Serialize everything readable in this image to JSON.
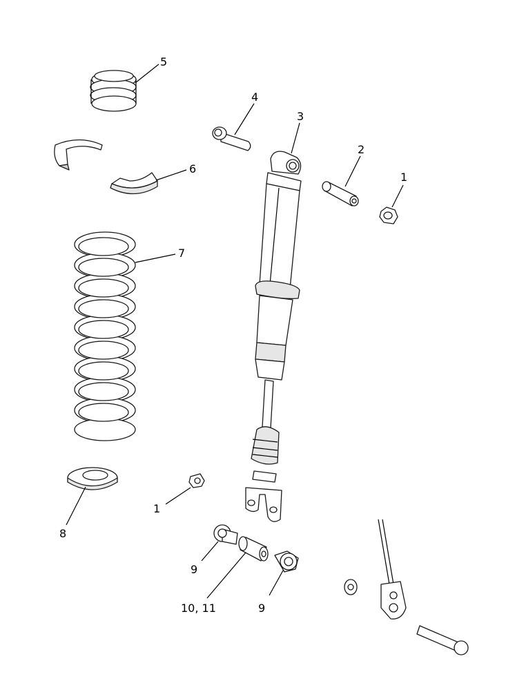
{
  "callouts": {
    "c1_top": "1",
    "c2": "2",
    "c3": "3",
    "c4": "4",
    "c5": "5",
    "c6": "6",
    "c7": "7",
    "c8": "8",
    "c1_bottom": "1",
    "c9_left": "9",
    "c9_right": "9",
    "c10_11": "10, 11"
  },
  "parts": [
    {
      "ref": "1",
      "name": "nut"
    },
    {
      "ref": "2",
      "name": "bushing-sleeve"
    },
    {
      "ref": "3",
      "name": "shock-absorber"
    },
    {
      "ref": "4",
      "name": "bolt"
    },
    {
      "ref": "5",
      "name": "spring-adjuster"
    },
    {
      "ref": "6",
      "name": "spring-retainer-halves"
    },
    {
      "ref": "7",
      "name": "coil-spring"
    },
    {
      "ref": "8",
      "name": "spring-seat"
    },
    {
      "ref": "9",
      "name": "bushing"
    },
    {
      "ref": "10, 11",
      "name": "spacer-collar"
    }
  ]
}
